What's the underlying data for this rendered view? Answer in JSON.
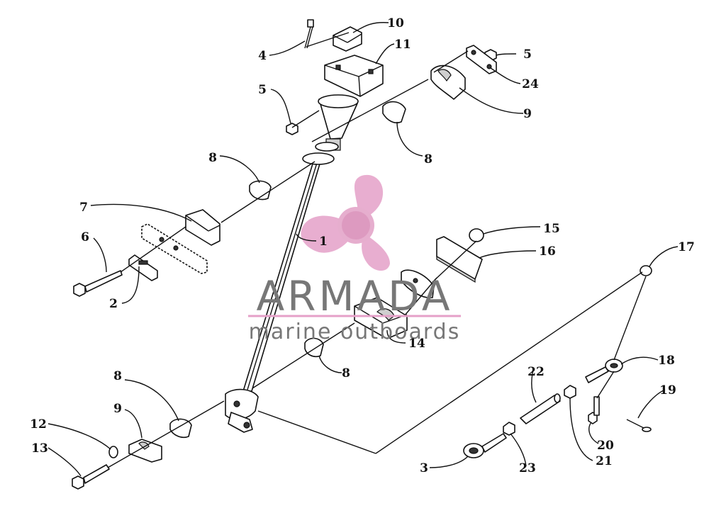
{
  "labels": [
    {
      "id": "10",
      "text": "10"
    },
    {
      "id": "4",
      "text": "4"
    },
    {
      "id": "11",
      "text": "11"
    },
    {
      "id": "5a",
      "text": "5"
    },
    {
      "id": "5b",
      "text": "5"
    },
    {
      "id": "24",
      "text": "24"
    },
    {
      "id": "9a",
      "text": "9"
    },
    {
      "id": "8a",
      "text": "8"
    },
    {
      "id": "8b",
      "text": "8"
    },
    {
      "id": "7",
      "text": "7"
    },
    {
      "id": "1",
      "text": "1"
    },
    {
      "id": "6",
      "text": "6"
    },
    {
      "id": "2",
      "text": "2"
    },
    {
      "id": "15",
      "text": "15"
    },
    {
      "id": "16",
      "text": "16"
    },
    {
      "id": "17",
      "text": "17"
    },
    {
      "id": "14",
      "text": "14"
    },
    {
      "id": "8c",
      "text": "8"
    },
    {
      "id": "18",
      "text": "18"
    },
    {
      "id": "22",
      "text": "22"
    },
    {
      "id": "19",
      "text": "19"
    },
    {
      "id": "8d",
      "text": "8"
    },
    {
      "id": "9b",
      "text": "9"
    },
    {
      "id": "12",
      "text": "12"
    },
    {
      "id": "13",
      "text": "13"
    },
    {
      "id": "20",
      "text": "20"
    },
    {
      "id": "21",
      "text": "21"
    },
    {
      "id": "3",
      "text": "3"
    },
    {
      "id": "23",
      "text": "23"
    }
  ],
  "watermark": {
    "brand": "ARMADA",
    "tagline": "marine outboards",
    "logo_color": "#e5a0c8",
    "text_color": "#777777"
  }
}
